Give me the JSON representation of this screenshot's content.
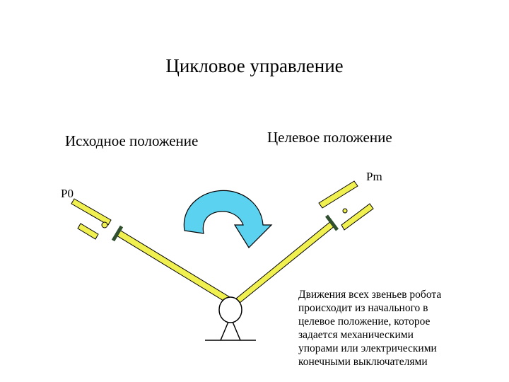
{
  "title": "Цикловое управление",
  "labels": {
    "start_position": "Исходное положение",
    "target_position": "Целевое положение",
    "start_point": "P0",
    "target_point": "Pm"
  },
  "description_lines": [
    "Движения всех звеньев робота",
    "происходит из начального в",
    "целевое положение, которое",
    "задается механическими",
    "упорами или электрическими",
    "конечными выключателями"
  ],
  "colors": {
    "link_fill": "#f0f050",
    "arrow_fill": "#5ad2f0",
    "outline": "#000000",
    "gripper_mount": "#2f4f2f"
  }
}
